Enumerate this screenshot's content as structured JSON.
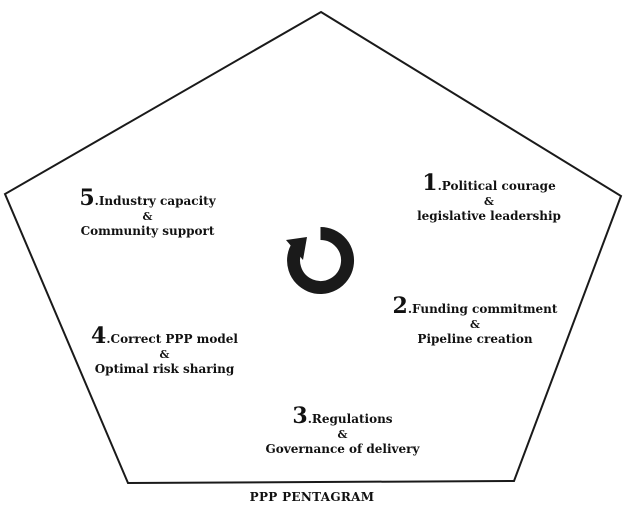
{
  "diagram": {
    "caption": "PPP PENTAGRAM",
    "items": [
      {
        "number": "1",
        "line1": "Political courage",
        "connector": "&",
        "line2": "legislative leadership"
      },
      {
        "number": "2",
        "line1": "Funding commitment",
        "connector": "&",
        "line2": "Pipeline creation"
      },
      {
        "number": "3",
        "line1": "Regulations",
        "connector": "&",
        "line2": "Governance of delivery"
      },
      {
        "number": "4",
        "line1": "Correct PPP model",
        "connector": "&",
        "line2": "Optimal risk sharing"
      },
      {
        "number": "5",
        "line1": "Industry capacity",
        "connector": "&",
        "line2": "Community support"
      }
    ],
    "center_icon": "circular-cycle-arrow-icon"
  }
}
